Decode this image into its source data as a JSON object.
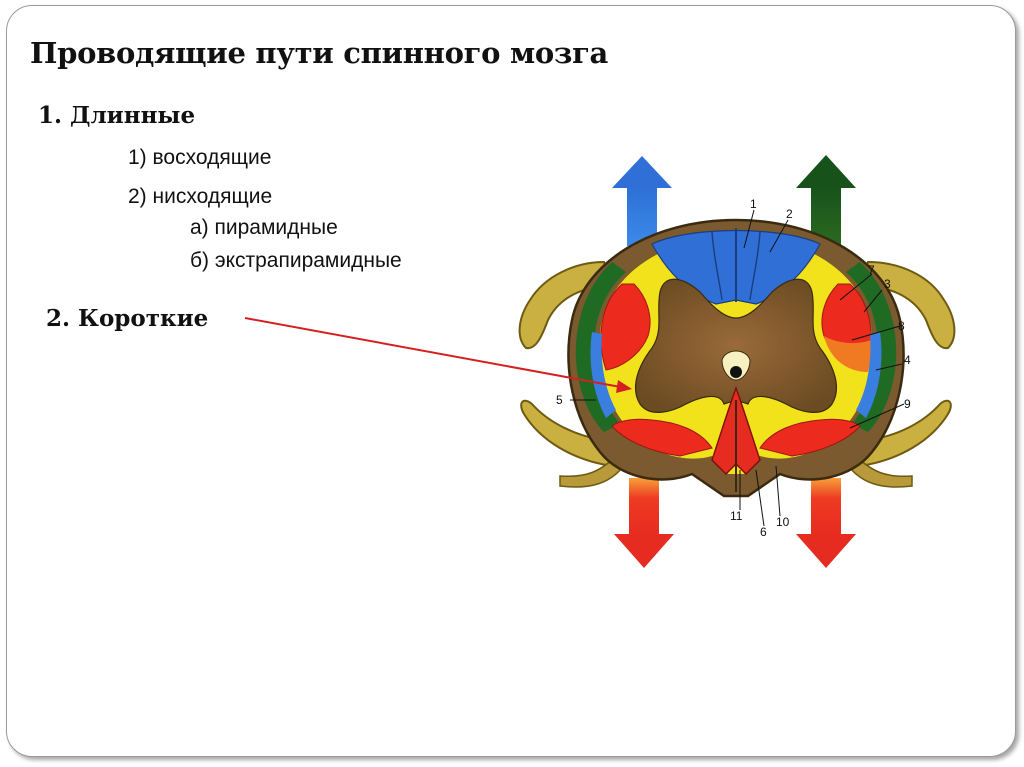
{
  "title": "Проводящие пути спинного мозга",
  "long": {
    "heading": "1. Длинные",
    "ascending": "1) восходящие",
    "descending": "2) нисходящие",
    "pyramidal": "а) пирамидные",
    "extrapyramidal": "б) экстрапирамидные"
  },
  "short": {
    "heading": "2. Короткие"
  },
  "diagram_labels": [
    "1",
    "2",
    "3",
    "4",
    "5",
    "6",
    "7",
    "8",
    "9",
    "10",
    "11"
  ],
  "colors": {
    "ascending_arrow_left": "#2f6fd6",
    "ascending_arrow_right": "#1f5a1f",
    "descending_arrow": "#e62b20",
    "pointer": "#d42020"
  }
}
